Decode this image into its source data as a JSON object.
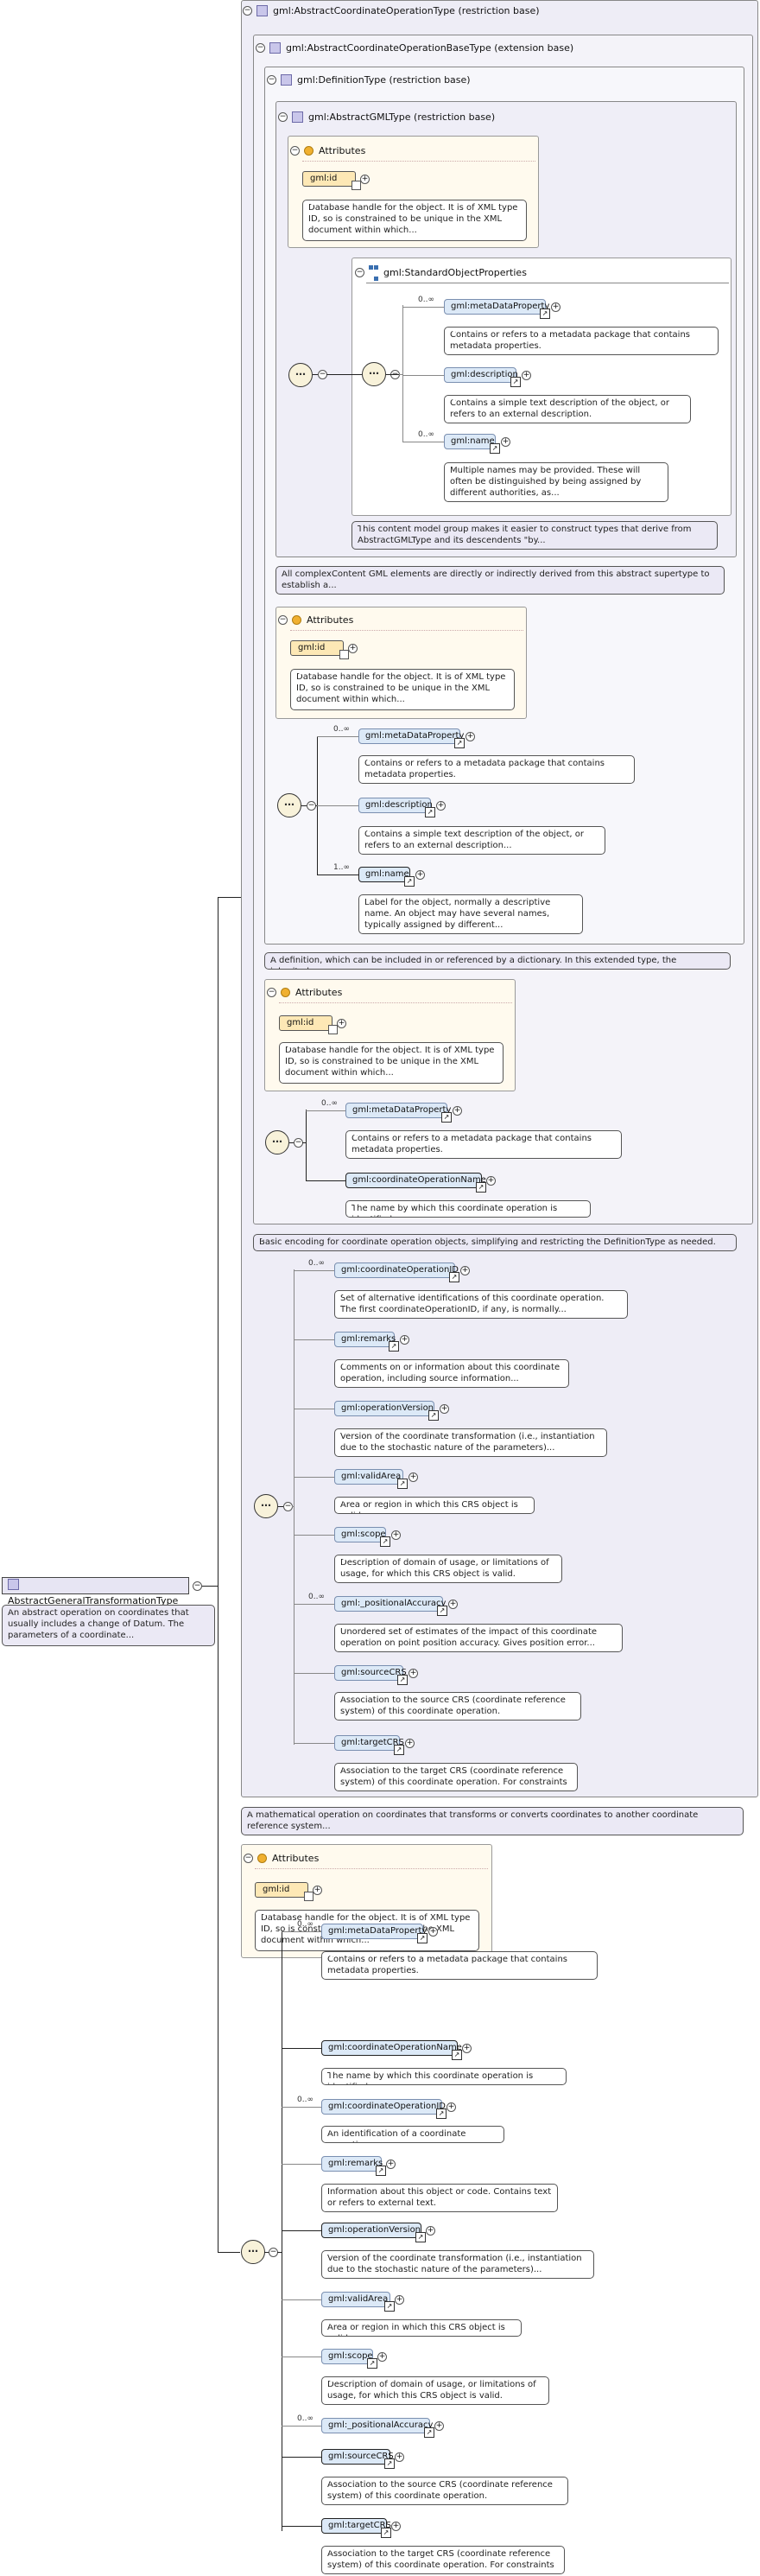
{
  "root": {
    "name": "AbstractGeneralTransformationType",
    "doc": "An abstract operation on coordinates that usually includes a change of Datum. The parameters of a coordinate..."
  },
  "bases": {
    "aco": "gml:AbstractCoordinateOperationType (restriction base)",
    "acob": "gml:AbstractCoordinateOperationBaseType (extension base)",
    "def": "gml:DefinitionType (restriction base)",
    "agml": "gml:AbstractGMLType (restriction base)"
  },
  "attributes_label": "Attributes",
  "gml_id": {
    "name": "gml:id",
    "doc": "Database handle for the object. It is of XML type ID, so is constrained to be unique in the XML document within which..."
  },
  "std_props": {
    "group": "gml:StandardObjectProperties",
    "metaDataProperty": "gml:metaDataProperty",
    "metaDataProperty_card": "0..∞",
    "metaDataProperty_doc": "Contains or refers to a metadata package that contains metadata properties.",
    "description": "gml:description",
    "description_doc": "Contains a simple text description of the object, or refers to an external description.",
    "name": "gml:name",
    "name_card": "0..∞",
    "name_doc": "Multiple names may be provided. These will often be distinguished by being assigned by different authorities, as...",
    "group_doc": "This content model group makes it easier to construct types that derive from AbstractGMLType and its descendents \"by..."
  },
  "agml_doc": "All complexContent GML elements are directly or indirectly derived from this abstract supertype to establish a...",
  "def_seq": {
    "metaDataProperty": "gml:metaDataProperty",
    "metaDataProperty_card": "0..∞",
    "metaDataProperty_doc": "Contains or refers to a metadata package that contains metadata properties.",
    "description": "gml:description",
    "description_doc": "Contains a simple text description of the object, or refers to an external description...",
    "name": "gml:name",
    "name_card": "1..∞",
    "name_doc": "Label for the object, normally a descriptive name. An object may have several names, typically assigned by different..."
  },
  "def_doc": "A definition, which can be included in or referenced by a dictionary. In this extended type, the inherited...",
  "acob_seq": {
    "metaDataProperty": "gml:metaDataProperty",
    "metaDataProperty_card": "0..∞",
    "metaDataProperty_doc": "Contains or refers to a metadata package that contains metadata properties.",
    "coordinateOperationName": "gml:coordinateOperationName",
    "coordinateOperationName_doc": "The name by which this coordinate operation is identified."
  },
  "acob_doc": "Basic encoding for coordinate operation objects, simplifying and restricting the DefinitionType as needed.",
  "aco_seq": {
    "coordinateOperationID": "gml:coordinateOperationID",
    "coordinateOperationID_card": "0..∞",
    "coordinateOperationID_doc": "Set of alternative identifications of this coordinate operation. The first coordinateOperationID, if any, is normally...",
    "remarks": "gml:remarks",
    "remarks_doc": "Comments on or information about this coordinate operation, including source information...",
    "operationVersion": "gml:operationVersion",
    "operationVersion_doc": "Version of the coordinate transformation (i.e., instantiation due to the stochastic nature of the parameters)...",
    "validArea": "gml:validArea",
    "validArea_doc": "Area or region in which this CRS object is valid.",
    "scope": "gml:scope",
    "scope_doc": "Description of domain of usage, or limitations of usage, for which this CRS object is valid.",
    "positionalAccuracy": "gml:_positionalAccuracy",
    "positionalAccuracy_card": "0..∞",
    "positionalAccuracy_doc": "Unordered set of estimates of the impact of this coordinate operation on point position accuracy. Gives position error...",
    "sourceCRS": "gml:sourceCRS",
    "sourceCRS_doc": "Association to the source CRS (coordinate reference system) of this coordinate operation.",
    "targetCRS": "gml:targetCRS",
    "targetCRS_doc": "Association to the target CRS (coordinate reference system) of this coordinate operation. For constraints on..."
  },
  "aco_doc": "A mathematical operation on coordinates that transforms or converts coordinates to another coordinate reference system...",
  "own_seq": {
    "metaDataProperty": "gml:metaDataProperty",
    "metaDataProperty_card": "0..∞",
    "metaDataProperty_doc": "Contains or refers to a metadata package that contains metadata properties.",
    "coordinateOperationName": "gml:coordinateOperationName",
    "coordinateOperationName_doc": "The name by which this coordinate operation is identified.",
    "coordinateOperationID": "gml:coordinateOperationID",
    "coordinateOperationID_card": "0..∞",
    "coordinateOperationID_doc": "An identification of a coordinate operation.",
    "remarks": "gml:remarks",
    "remarks_doc": "Information about this object or code. Contains text or refers to external text.",
    "operationVersion": "gml:operationVersion",
    "operationVersion_doc": "Version of the coordinate transformation (i.e., instantiation due to the stochastic nature of the parameters)...",
    "validArea": "gml:validArea",
    "validArea_doc": "Area or region in which this CRS object is valid.",
    "scope": "gml:scope",
    "scope_doc": "Description of domain of usage, or limitations of usage, for which this CRS object is valid.",
    "positionalAccuracy": "gml:_positionalAccuracy",
    "positionalAccuracy_card": "0..∞",
    "sourceCRS": "gml:sourceCRS",
    "sourceCRS_doc": "Association to the source CRS (coordinate reference system) of this coordinate operation.",
    "targetCRS": "gml:targetCRS",
    "targetCRS_doc": "Association to the target CRS (coordinate reference system) of this coordinate operation. For constraints on..."
  },
  "symbols": {
    "collapse": "−",
    "expand": "+",
    "sequence": "⋯"
  }
}
